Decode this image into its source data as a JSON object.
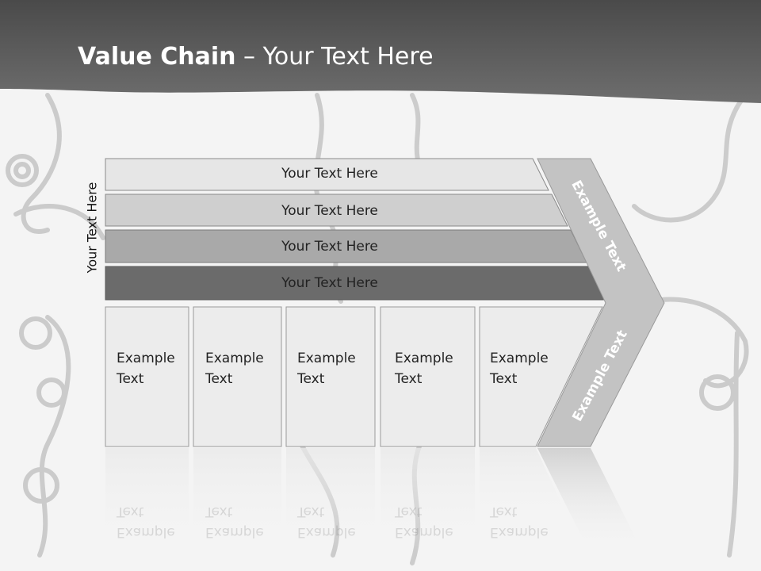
{
  "slide": {
    "title_bold": "Value Chain",
    "title_rest": " – Your Text Here",
    "side_label": "Your Text Here"
  },
  "bars": [
    {
      "label": "Your Text Here",
      "fill": "#e6e6e6"
    },
    {
      "label": "Your Text Here",
      "fill": "#cfcfcf"
    },
    {
      "label": "Your Text Here",
      "fill": "#a9a9a9"
    },
    {
      "label": "Your Text Here",
      "fill": "#6b6b6b"
    }
  ],
  "boxes": [
    {
      "line1": "Example",
      "line2": "Text"
    },
    {
      "line1": "Example",
      "line2": "Text"
    },
    {
      "line1": "Example",
      "line2": "Text"
    },
    {
      "line1": "Example",
      "line2": "Text"
    },
    {
      "line1": "Example",
      "line2": "Text"
    }
  ],
  "arrow": {
    "upper_label": "Example Text",
    "lower_label": "Example Text",
    "fill": "#c3c3c3"
  },
  "colors": {
    "header": "#5a5a5a",
    "box_fill": "#ececec",
    "box_stroke": "#9a9a9a",
    "ornament": "#bdbdbd"
  }
}
